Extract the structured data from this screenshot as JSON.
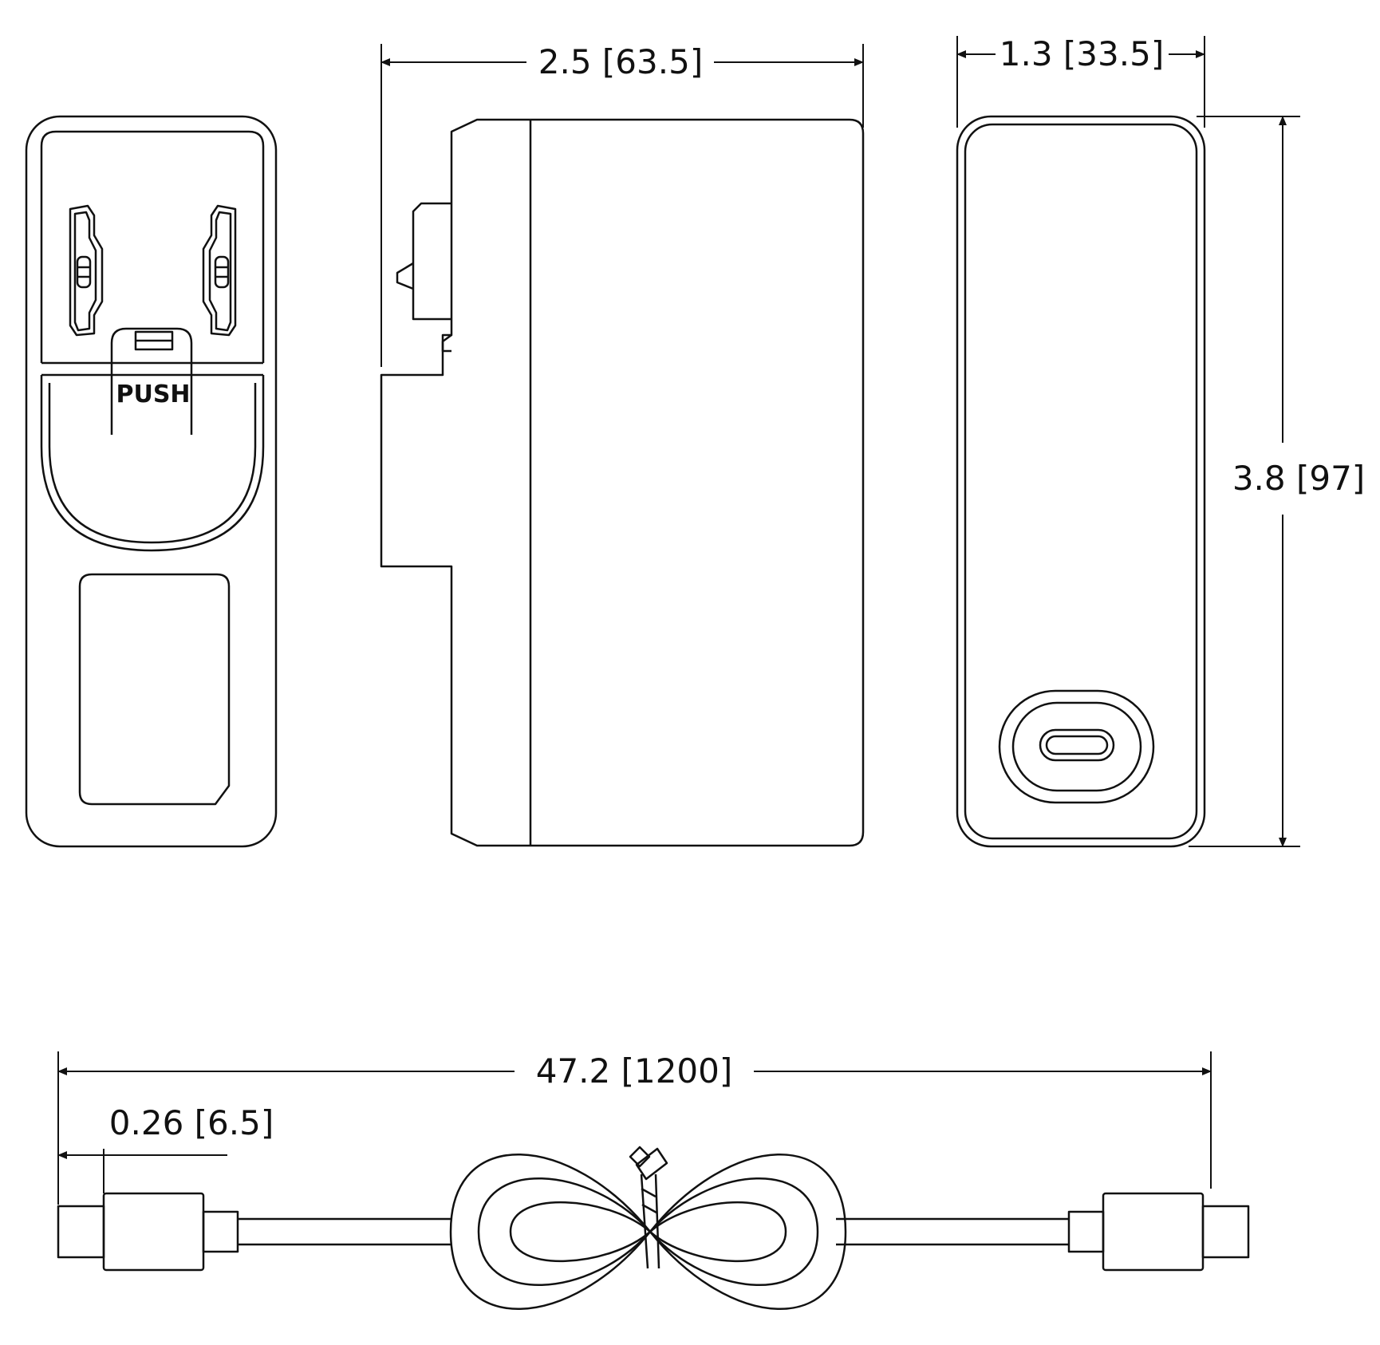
{
  "dimensions": {
    "adapter_depth": "2.5 [63.5]",
    "adapter_width": "1.3 [33.5]",
    "adapter_height": "3.8 [97]",
    "cable_length": "47.2 [1200]",
    "connector_offset": "0.26 [6.5]"
  },
  "labels": {
    "push": "PUSH"
  },
  "colors": {
    "line": "#111111",
    "background": "#ffffff"
  }
}
